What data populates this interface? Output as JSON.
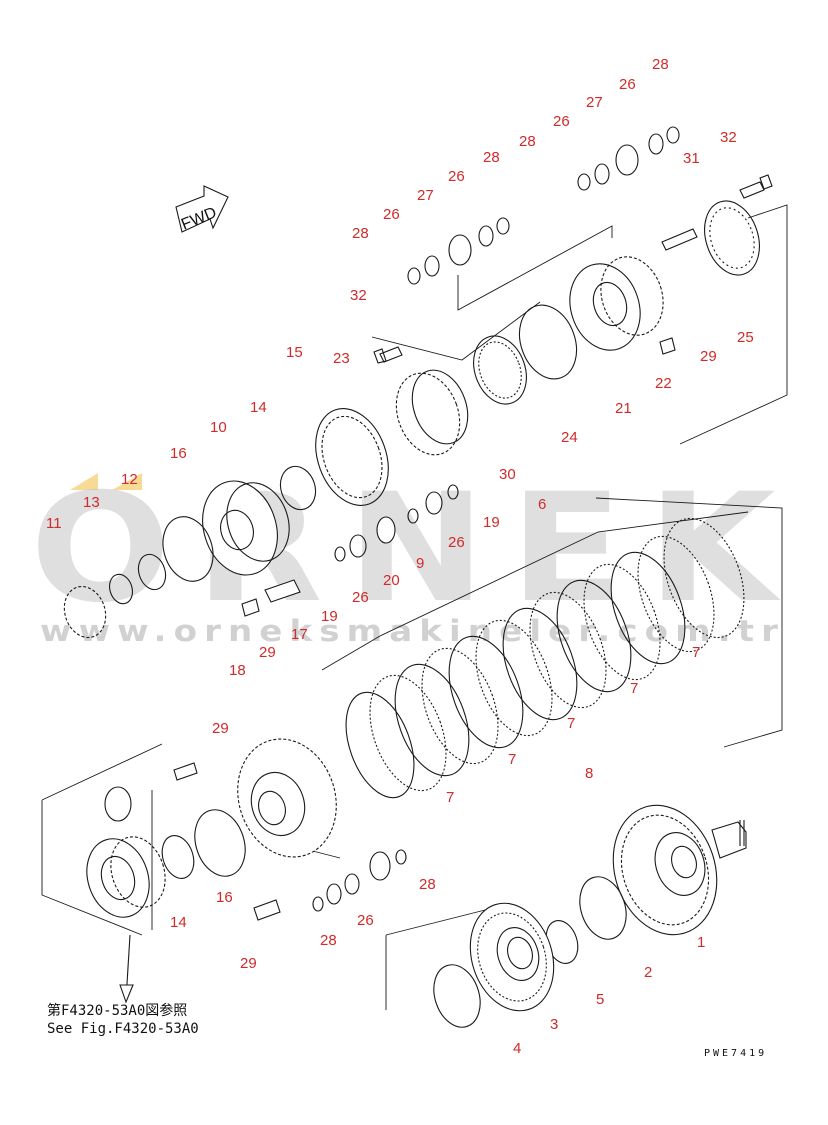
{
  "watermark": {
    "brand": "ORNEK",
    "url": "www.orneksmakineler.com.tr",
    "accent": "#f2c14e"
  },
  "fwd_label": "FWD",
  "reference_note": {
    "line_jp": "第F4320-53A0図参照",
    "line_en": "See Fig.F4320-53A0"
  },
  "drawing_code": "PWE7419",
  "callouts": [
    {
      "id": "c1",
      "label": "1"
    },
    {
      "id": "c2",
      "label": "2"
    },
    {
      "id": "c3",
      "label": "3"
    },
    {
      "id": "c4",
      "label": "4"
    },
    {
      "id": "c5",
      "label": "5"
    },
    {
      "id": "c6",
      "label": "6"
    },
    {
      "id": "c7a",
      "label": "7"
    },
    {
      "id": "c7b",
      "label": "7"
    },
    {
      "id": "c7c",
      "label": "7"
    },
    {
      "id": "c7d",
      "label": "7"
    },
    {
      "id": "c7e",
      "label": "7"
    },
    {
      "id": "c8",
      "label": "8"
    },
    {
      "id": "c9",
      "label": "9"
    },
    {
      "id": "c10",
      "label": "10"
    },
    {
      "id": "c11",
      "label": "11"
    },
    {
      "id": "c12",
      "label": "12"
    },
    {
      "id": "c13",
      "label": "13"
    },
    {
      "id": "c14a",
      "label": "14"
    },
    {
      "id": "c14b",
      "label": "14"
    },
    {
      "id": "c15",
      "label": "15"
    },
    {
      "id": "c16a",
      "label": "16"
    },
    {
      "id": "c16b",
      "label": "16"
    },
    {
      "id": "c17",
      "label": "17"
    },
    {
      "id": "c18",
      "label": "18"
    },
    {
      "id": "c19a",
      "label": "19"
    },
    {
      "id": "c19b",
      "label": "19"
    },
    {
      "id": "c20",
      "label": "20"
    },
    {
      "id": "c21",
      "label": "21"
    },
    {
      "id": "c22",
      "label": "22"
    },
    {
      "id": "c23",
      "label": "23"
    },
    {
      "id": "c24",
      "label": "24"
    },
    {
      "id": "c25",
      "label": "25"
    },
    {
      "id": "c26a",
      "label": "26"
    },
    {
      "id": "c26b",
      "label": "26"
    },
    {
      "id": "c26c",
      "label": "26"
    },
    {
      "id": "c26d",
      "label": "26"
    },
    {
      "id": "c26e",
      "label": "26"
    },
    {
      "id": "c26f",
      "label": "26"
    },
    {
      "id": "c26g",
      "label": "26"
    },
    {
      "id": "c27a",
      "label": "27"
    },
    {
      "id": "c27b",
      "label": "27"
    },
    {
      "id": "c28a",
      "label": "28"
    },
    {
      "id": "c28b",
      "label": "28"
    },
    {
      "id": "c28c",
      "label": "28"
    },
    {
      "id": "c28d",
      "label": "28"
    },
    {
      "id": "c28e",
      "label": "28"
    },
    {
      "id": "c28f",
      "label": "28"
    },
    {
      "id": "c29a",
      "label": "29"
    },
    {
      "id": "c29b",
      "label": "29"
    },
    {
      "id": "c29c",
      "label": "29"
    },
    {
      "id": "c29d",
      "label": "29"
    },
    {
      "id": "c30",
      "label": "30"
    },
    {
      "id": "c31",
      "label": "31"
    },
    {
      "id": "c32a",
      "label": "32"
    },
    {
      "id": "c32b",
      "label": "32"
    }
  ]
}
